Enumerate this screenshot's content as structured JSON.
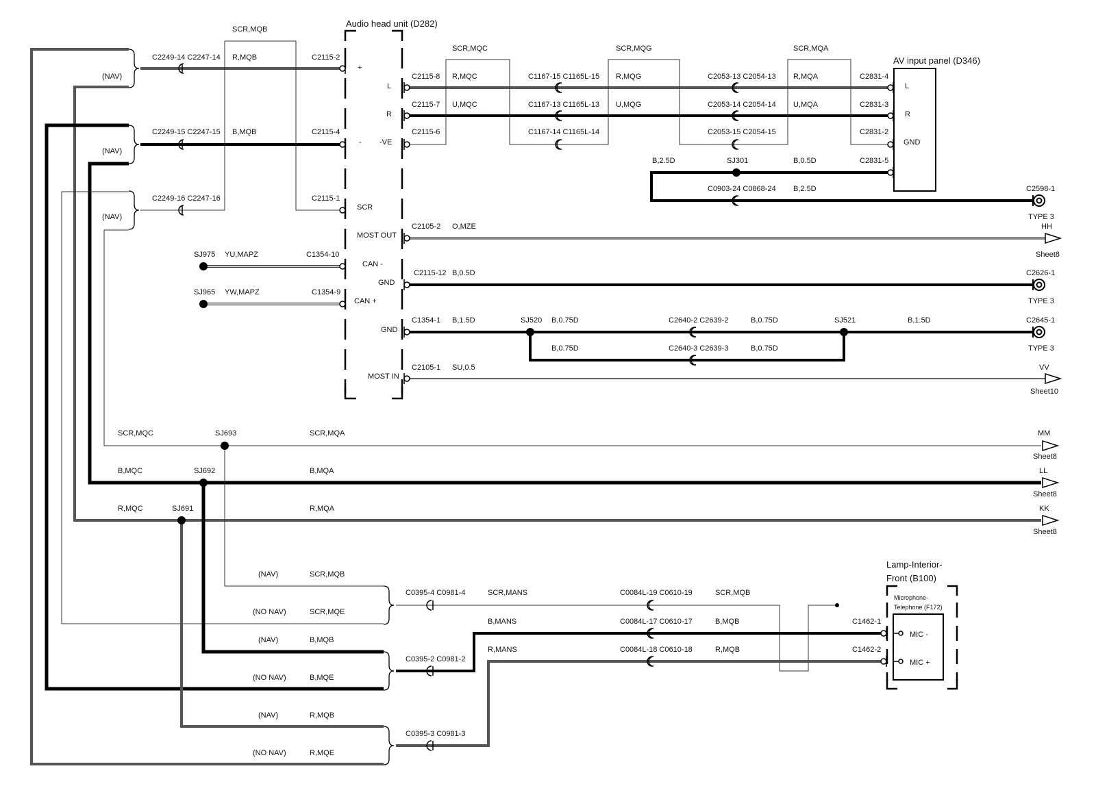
{
  "components": {
    "audio_head_unit": "Audio head unit (D282)",
    "av_input_panel": "AV input panel (D346)",
    "lamp_interior_front_1": "Lamp-Interior-",
    "lamp_interior_front_2": "Front (B100)",
    "microphone_telephone_1": "Microphone-",
    "microphone_telephone_2": "Telephone (F172)"
  },
  "pins": {
    "plus": "+",
    "minus": "-",
    "L": "L",
    "R": "R",
    "VE": "-VE",
    "SCR": "SCR",
    "most_out": "MOST OUT",
    "can_minus": "CAN -",
    "gnd1": "GND",
    "can_plus": "CAN +",
    "gnd2": "GND",
    "most_in": "MOST IN",
    "av_L": "L",
    "av_R": "R",
    "av_GND": "GND",
    "mic_minus": "MIC -",
    "mic_plus": "MIC +"
  },
  "nav": {
    "nav": "(NAV)",
    "no_nav": "(NO NAV)"
  },
  "connectors": {
    "c2249_14": "C2249-14 C2247-14",
    "c2249_15": "C2249-15 C2247-15",
    "c2249_16": "C2249-16 C2247-16",
    "c2115_2": "C2115-2",
    "c2115_4": "C2115-4",
    "c2115_1": "C2115-1",
    "c2115_8": "C2115-8",
    "c2115_7": "C2115-7",
    "c2115_6": "C2115-6",
    "c1167_15": "C1167-15 C1165L-15",
    "c1167_13": "C1167-13 C1165L-13",
    "c1167_14": "C1167-14 C1165L-14",
    "c2053_13": "C2053-13 C2054-13",
    "c2053_14": "C2053-14 C2054-14",
    "c2053_15": "C2053-15 C2054-15",
    "c2831_4": "C2831-4",
    "c2831_3": "C2831-3",
    "c2831_2": "C2831-2",
    "c2831_5": "C2831-5",
    "c0903_24": "C0903-24 C0868-24",
    "c2598_1": "C2598-1",
    "c2105_2": "C2105-2",
    "c1354_10": "C1354-10",
    "c1354_9": "C1354-9",
    "c2115_12": "C2115-12",
    "c2626_1": "C2626-1",
    "c1354_1": "C1354-1",
    "c2640_2": "C2640-2 C2639-2",
    "c2640_3": "C2640-3 C2639-3",
    "c2645_1": "C2645-1",
    "c2105_1": "C2105-1",
    "c0395_4": "C0395-4 C0981-4",
    "c0395_2": "C0395-2 C0981-2",
    "c0395_3": "C0395-3 C0981-3",
    "c0084_19": "C0084L-19 C0610-19",
    "c0084_17": "C0084L-17 C0610-17",
    "c0084_18": "C0084L-18 C0610-18",
    "c1462_1": "C1462-1",
    "c1462_2": "C1462-2"
  },
  "splices": {
    "sj975": "SJ975",
    "sj965": "SJ965",
    "sj301": "SJ301",
    "sj520": "SJ520",
    "sj521": "SJ521",
    "sj693": "SJ693",
    "sj692": "SJ692",
    "sj691": "SJ691"
  },
  "wires": {
    "scr_mqb_top": "SCR,MQB",
    "r_mqb_top": "R,MQB",
    "b_mqb_top": "B,MQB",
    "scr_mqc": "SCR,MQC",
    "r_mqc": "R,MQC",
    "u_mqc": "U,MQC",
    "scr_mqg": "SCR,MQG",
    "r_mqg": "R,MQG",
    "u_mqg": "U,MQG",
    "scr_mqa": "SCR,MQA",
    "r_mqa": "R,MQA",
    "u_mqa": "U,MQA",
    "b_25d_a": "B,2.5D",
    "b_05d_a": "B,0.5D",
    "b_25d_b": "B,2.5D",
    "o_mze": "O,MZE",
    "yu_mapz": "YU,MAPZ",
    "yw_mapz": "YW,MAPZ",
    "b_05d_b": "B,0.5D",
    "b_15d_a": "B,1.5D",
    "b_075d_1": "B,0.75D",
    "b_075d_2": "B,0.75D",
    "b_15d_b": "B,1.5D",
    "b_075d_3": "B,0.75D",
    "b_075d_4": "B,0.75D",
    "su_05": "SU,0.5",
    "scr_mqc_l": "SCR,MQC",
    "scr_mqa_l": "SCR,MQA",
    "b_mqc_l": "B,MQC",
    "b_mqa_l": "B,MQA",
    "r_mqc_l": "R,MQC",
    "r_mqa_l": "R,MQA",
    "scr_mqb_b": "SCR,MQB",
    "scr_mqe_b": "SCR,MQE",
    "b_mqb_b": "B,MQB",
    "b_mqe_b": "B,MQE",
    "r_mqb_b": "R,MQB",
    "r_mqe_b": "R,MQE",
    "scr_mans": "SCR,MANS",
    "b_mans": "B,MANS",
    "r_mans": "R,MANS",
    "scr_mqb_r": "SCR,MQB",
    "b_mqb_r": "B,MQB",
    "r_mqb_r": "R,MQB"
  },
  "offsheet": {
    "hh": "HH",
    "sheet8_hh": "Sheet8",
    "vv": "VV",
    "sheet10": "Sheet10",
    "mm": "MM",
    "sheet8_mm": "Sheet8",
    "ll": "LL",
    "sheet8_ll": "Sheet8",
    "kk": "KK",
    "sheet8_kk": "Sheet8",
    "type3_a": "TYPE 3",
    "type3_b": "TYPE 3",
    "type3_c": "TYPE 3"
  }
}
